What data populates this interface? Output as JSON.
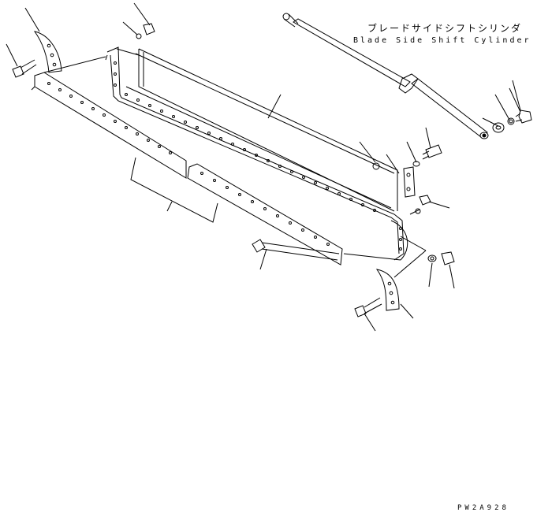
{
  "diagram": {
    "title_jp": "ブレードサイドシフトシリンダ",
    "title_en": "Blade Side Shift Cylinder",
    "drawing_code": "PW2A928"
  }
}
